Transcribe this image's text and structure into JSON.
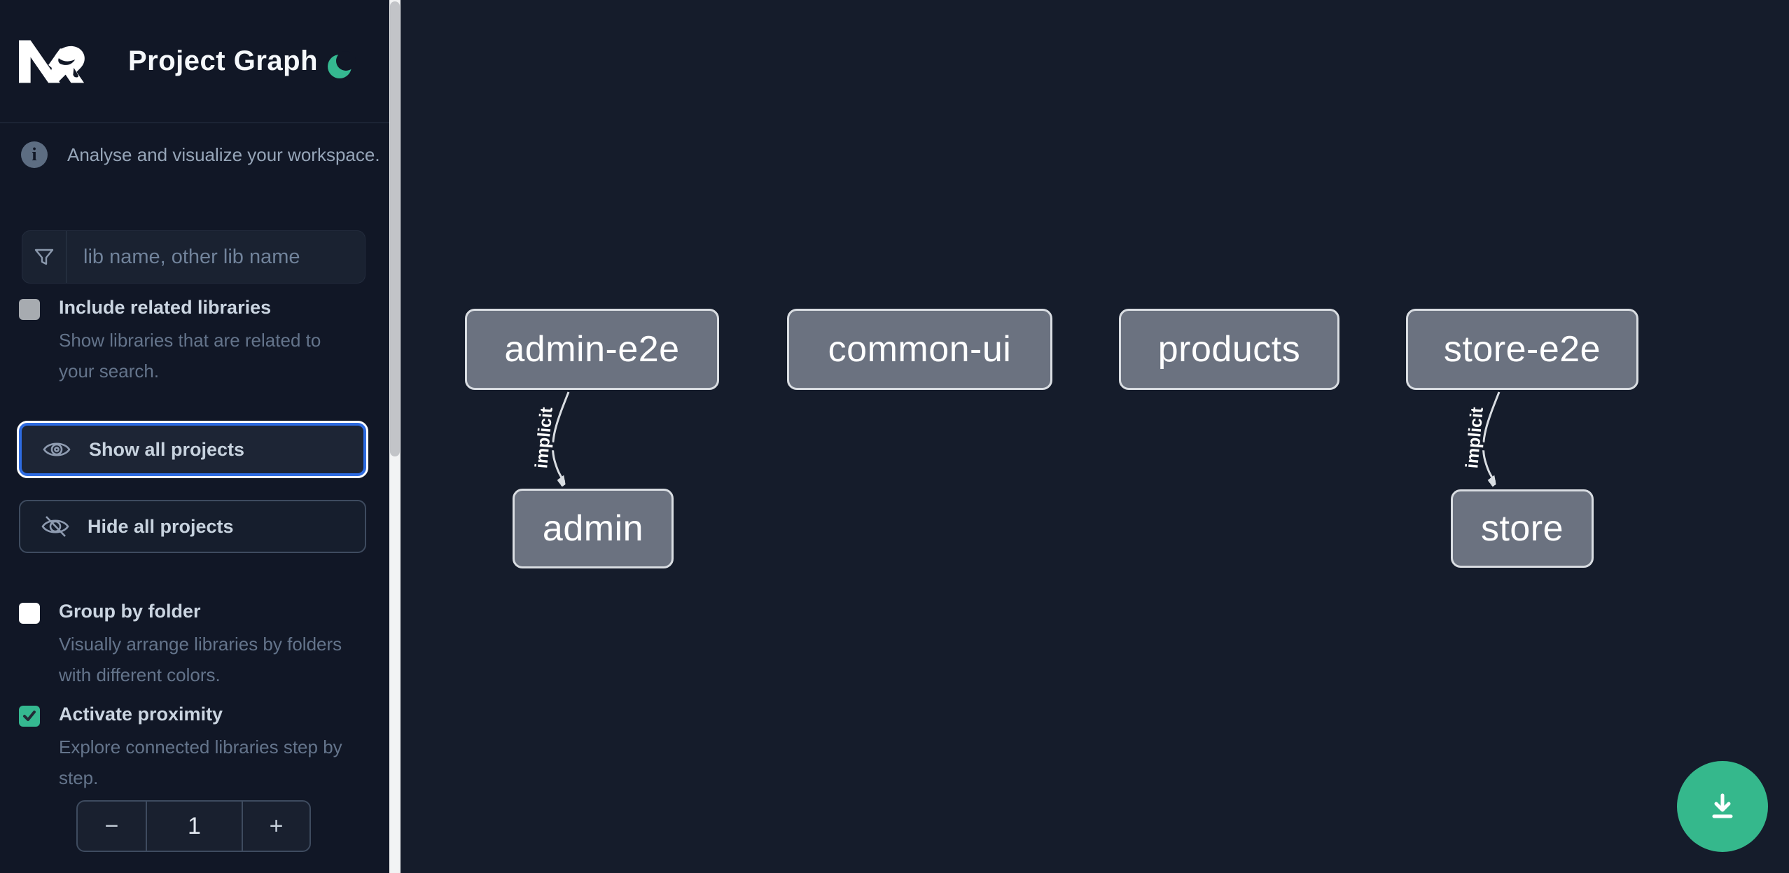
{
  "colors": {
    "accent_green": "#35b890",
    "focus_blue": "#2e6be0",
    "node_fill": "#6b7280",
    "node_border": "#d9dde2",
    "sidebar_bg": "#111726",
    "canvas_bg": "#151c2b"
  },
  "header": {
    "title": "Project Graph",
    "logo_icon": "nx-logo",
    "theme_toggle_icon": "moon-icon"
  },
  "sidebar": {
    "tagline": "Analyse and visualize your workspace.",
    "search": {
      "icon": "funnel-icon",
      "placeholder": "lib name, other lib name",
      "value": ""
    },
    "toggles": [
      {
        "label": "Include related libraries",
        "description": "Show libraries that are related to your search.",
        "checked": false
      },
      {
        "label": "Group by folder",
        "description": "Visually arrange libraries by folders with different colors.",
        "checked": false
      },
      {
        "label": "Activate proximity",
        "description": "Explore connected libraries step by step.",
        "checked": true
      }
    ],
    "buttons": [
      {
        "label": "Show all projects",
        "icon": "eye-icon",
        "focused": true
      },
      {
        "label": "Hide all projects",
        "icon": "eye-off-icon",
        "focused": false
      }
    ],
    "stepper": {
      "decrement_label": "−",
      "value": "1",
      "increment_label": "+"
    }
  },
  "graph": {
    "nodes": [
      {
        "label": "admin-e2e"
      },
      {
        "label": "common-ui"
      },
      {
        "label": "products"
      },
      {
        "label": "store-e2e"
      },
      {
        "label": "admin"
      },
      {
        "label": "store"
      }
    ],
    "edges": [
      {
        "from": "admin-e2e",
        "to": "admin",
        "label": "implicit",
        "type": "implicit"
      },
      {
        "from": "store-e2e",
        "to": "store",
        "label": "implicit",
        "type": "implicit"
      }
    ]
  },
  "fab": {
    "icon": "download-icon"
  }
}
